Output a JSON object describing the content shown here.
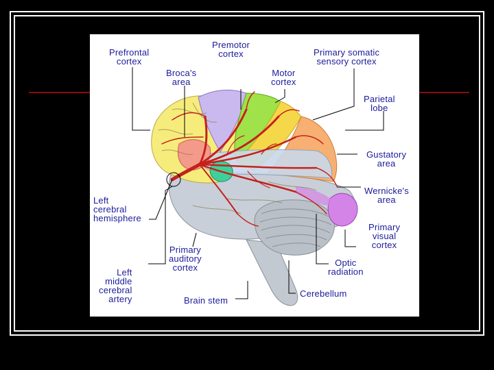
{
  "labels": {
    "prefrontal": "Prefrontal\ncortex",
    "premotor": "Premotor\ncortex",
    "somatic": "Primary somatic\nsensory cortex",
    "broca": "Broca's\narea",
    "motor": "Motor\ncortex",
    "parietal": "Parietal\nlobe",
    "gustatory": "Gustatory\narea",
    "wernicke": "Wernicke's\narea",
    "hemisphere": "Left\ncerebral\nhemisphere",
    "visual": "Primary\nvisual\ncortex",
    "auditory": "Primary\nauditory\ncortex",
    "optic": "Optic\nradiation",
    "artery": "Left\nmiddle\ncerebral\nartery",
    "brainstem": "Brain stem",
    "cerebellum": "Cerebellum"
  },
  "colors": {
    "label_text": "#1a1a99",
    "leader_line": "#000000",
    "frontal_lobe": "#f6ec7c",
    "premotor_region": "#c9b9ee",
    "motor_region": "#9fe24a",
    "sensory_region": "#f5d84a",
    "parietal_region": "#f7b072",
    "broca_region": "#f39a8a",
    "auditory_region": "#3fcf9b",
    "gustatory_region": "#c9d8ea",
    "visual_region": "#d483e6",
    "temporal_lobe": "#c8cfd8",
    "cerebellum": "#b9c0c8",
    "brain_stem": "#c3c9d0",
    "artery": "#c4211c",
    "slide_background": "#000000",
    "accent_rule": "#8b0a0a"
  }
}
